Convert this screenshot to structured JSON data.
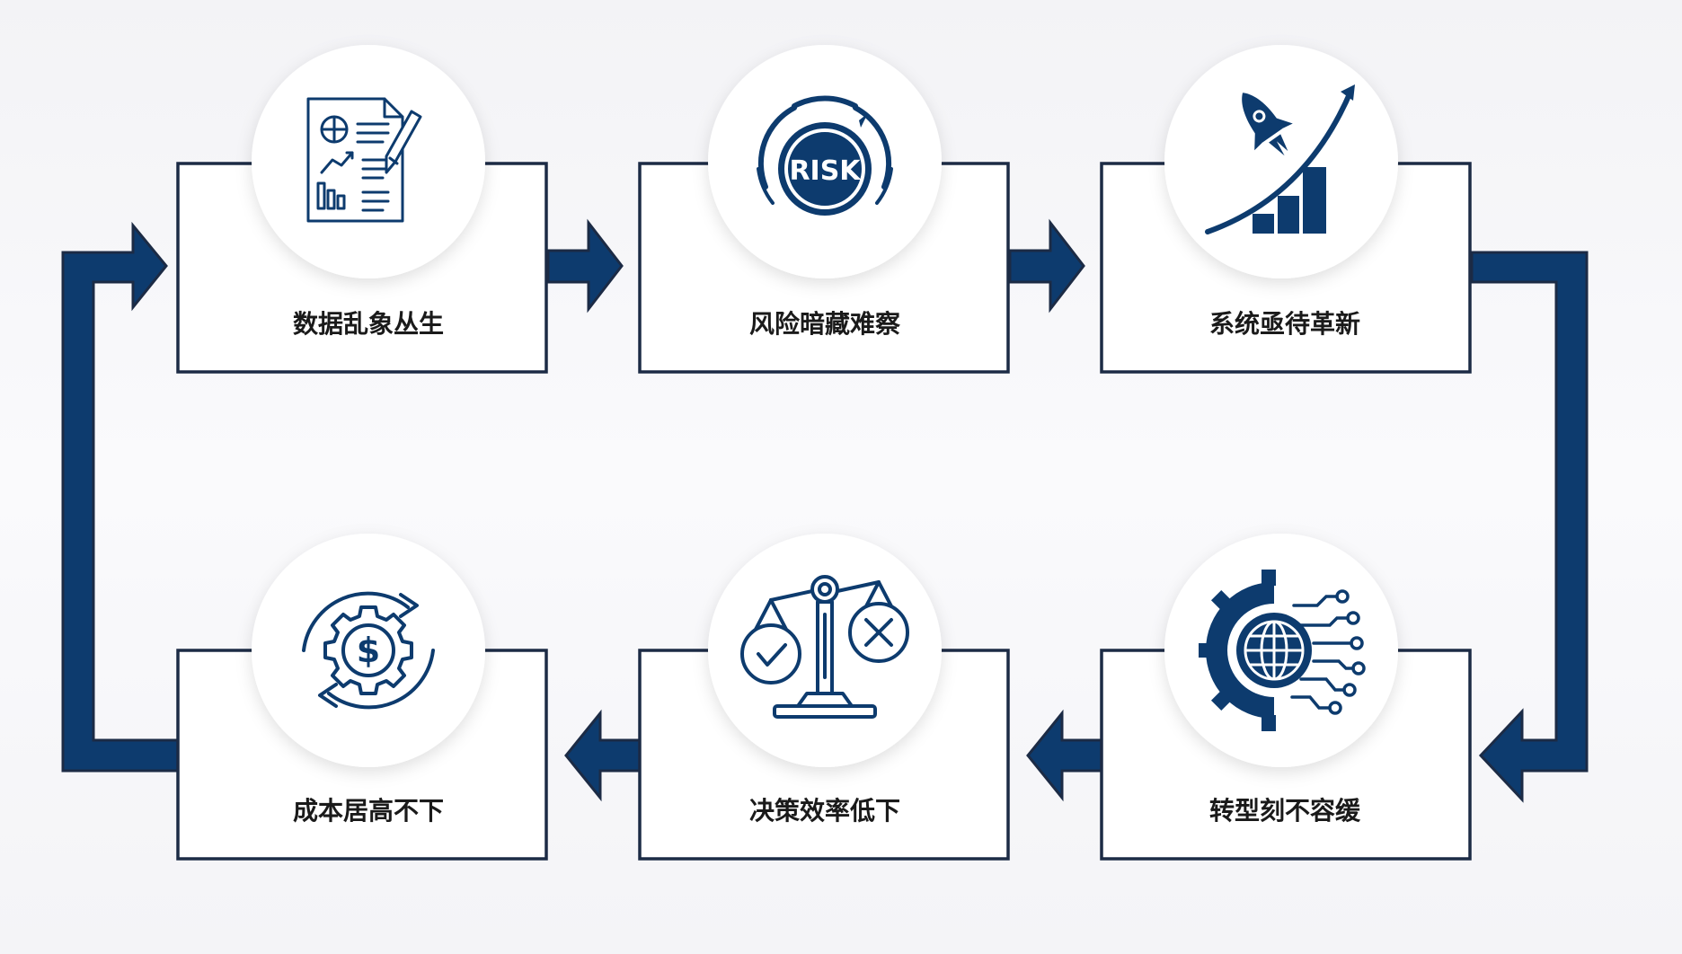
{
  "colors": {
    "primary": "#0d3b6e",
    "box_border": "#1c2b45",
    "box_fill": "#ffffff",
    "text": "#1a1a1a"
  },
  "steps": [
    {
      "id": "data-chaos",
      "label": "数据乱象丛生",
      "icon": "document-chart-icon"
    },
    {
      "id": "hidden-risk",
      "label": "风险暗藏难察",
      "icon": "risk-gauge-icon",
      "icon_text": "RISK"
    },
    {
      "id": "system-renewal",
      "label": "系统亟待革新",
      "icon": "rocket-growth-icon"
    },
    {
      "id": "urgent-transform",
      "label": "转型刻不容缓",
      "icon": "gear-globe-circuit-icon"
    },
    {
      "id": "low-efficiency",
      "label": "决策效率低下",
      "icon": "balance-scale-icon"
    },
    {
      "id": "high-cost",
      "label": "成本居高不下",
      "icon": "dollar-gear-cycle-icon",
      "icon_text": "$"
    }
  ]
}
